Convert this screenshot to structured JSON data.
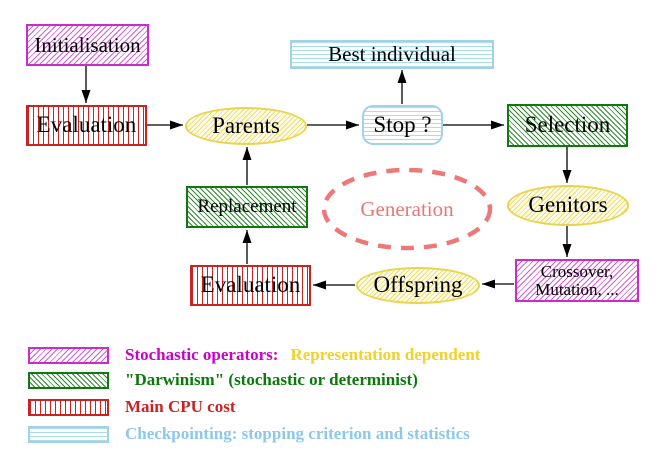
{
  "diagram": {
    "nodes": {
      "initialisation": {
        "label": "Initialisation"
      },
      "evaluation_top": {
        "label": "Evaluation"
      },
      "parents": {
        "label": "Parents"
      },
      "best_individual": {
        "label": "Best individual"
      },
      "stop": {
        "label": "Stop ?"
      },
      "selection": {
        "label": "Selection"
      },
      "genitors": {
        "label": "Genitors"
      },
      "crossover_mutation": {
        "line1": "Crossover,",
        "line2": "Mutation, ..."
      },
      "offspring": {
        "label": "Offspring"
      },
      "evaluation_bottom": {
        "label": "Evaluation"
      },
      "replacement": {
        "label": "Replacement"
      },
      "generation": {
        "label": "Generation"
      }
    },
    "edges": [
      {
        "from": "initialisation",
        "to": "evaluation_top"
      },
      {
        "from": "evaluation_top",
        "to": "parents"
      },
      {
        "from": "parents",
        "to": "stop"
      },
      {
        "from": "stop",
        "to": "best_individual"
      },
      {
        "from": "stop",
        "to": "selection"
      },
      {
        "from": "selection",
        "to": "genitors"
      },
      {
        "from": "genitors",
        "to": "crossover_mutation"
      },
      {
        "from": "crossover_mutation",
        "to": "offspring"
      },
      {
        "from": "offspring",
        "to": "evaluation_bottom"
      },
      {
        "from": "evaluation_bottom",
        "to": "replacement"
      },
      {
        "from": "replacement",
        "to": "parents"
      }
    ],
    "legend": [
      {
        "swatch": "magenta-diagonal-hatch",
        "text_primary": "Stochastic operators:",
        "text_secondary": "Representation dependent"
      },
      {
        "swatch": "green-diagonal-hatch",
        "text_primary": "\"Darwinism\" (stochastic or determinist)"
      },
      {
        "swatch": "red-vertical-stripes",
        "text_primary": "Main CPU cost"
      },
      {
        "swatch": "cyan-horizontal-stripes",
        "text_primary": "Checkpointing: stopping criterion and statistics"
      }
    ],
    "colors": {
      "magenta": "#cc2acc",
      "dark_green": "#117711",
      "crimson": "#cc2222",
      "light_blue": "#9fd4e8",
      "yellow": "#e8d44e",
      "gold_text": "#f0d228",
      "salmon": "#ec7878",
      "arrow_black": "#000000"
    }
  }
}
